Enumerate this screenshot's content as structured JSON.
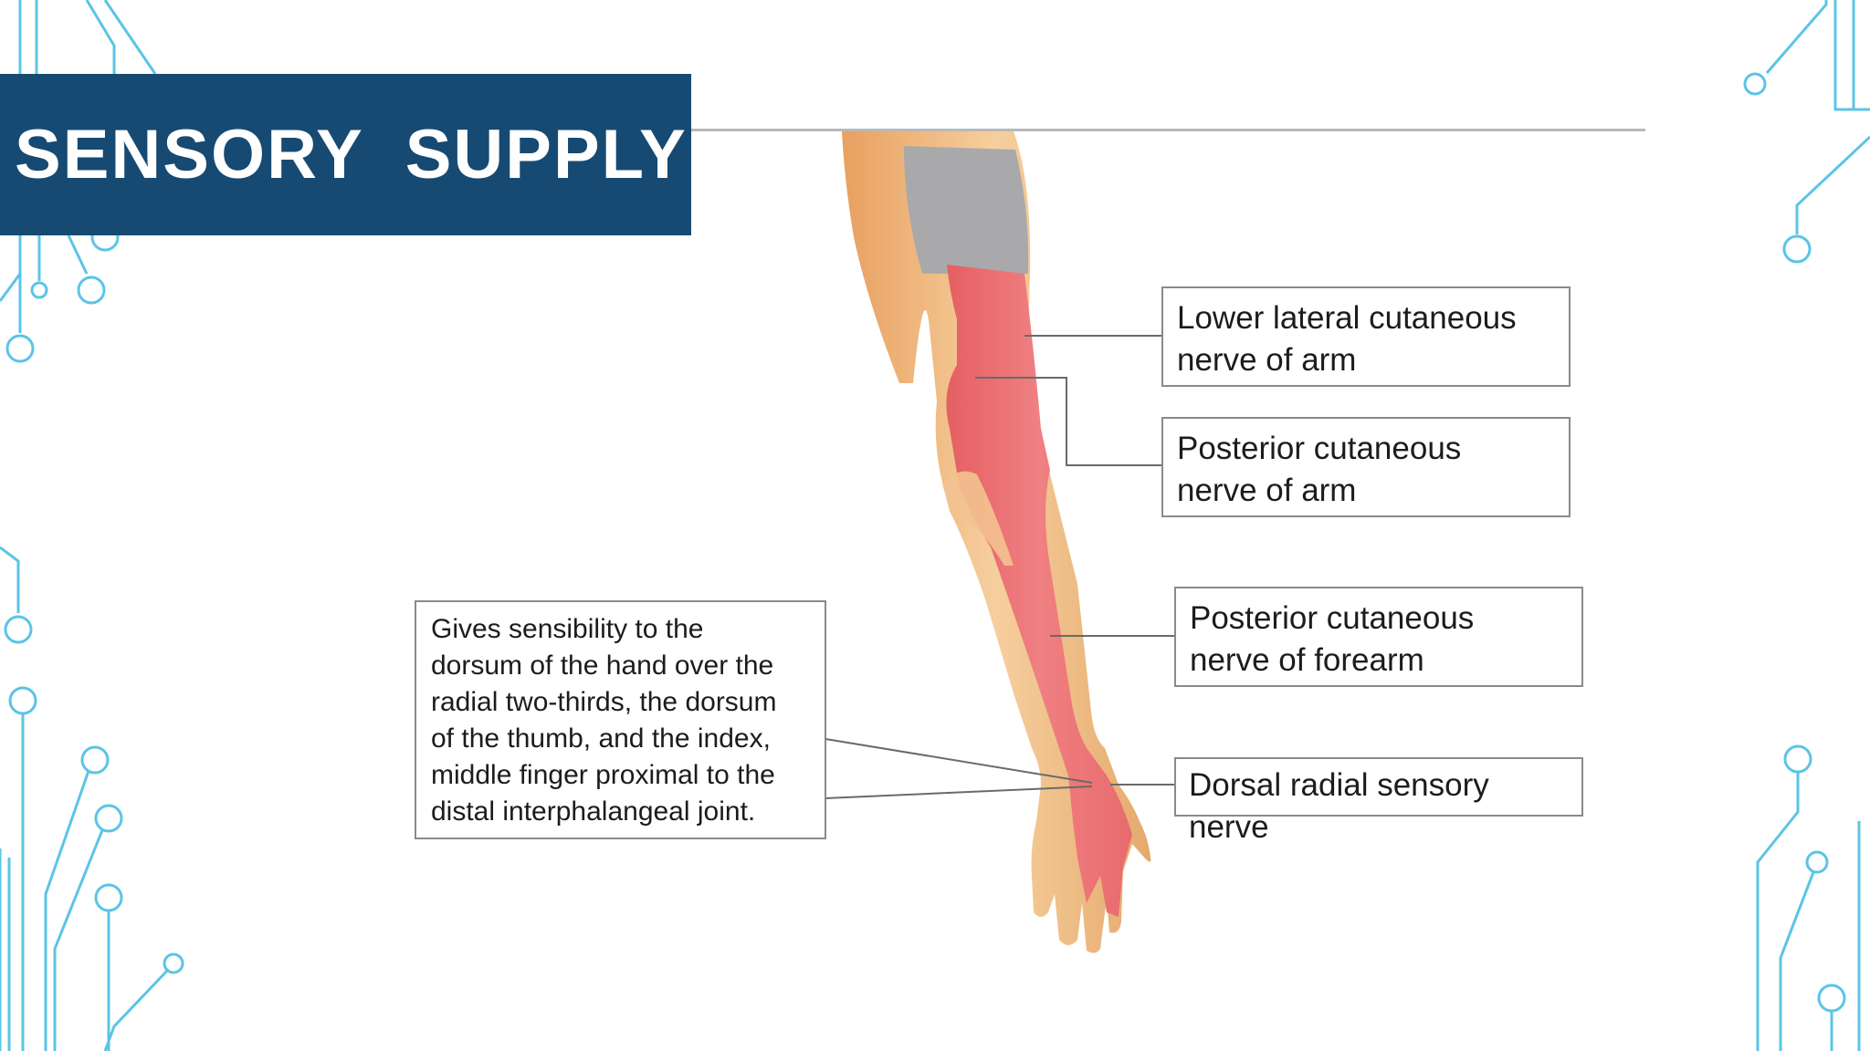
{
  "slide": {
    "title": "SENSORY  SUPPLY"
  },
  "labels": {
    "lower_lateral": "Lower lateral cutaneous\nnerve of arm",
    "posterior_arm": "Posterior cutaneous\nnerve of arm",
    "posterior_forearm": "Posterior cutaneous\nnerve of forearm",
    "dorsal_radial": "Dorsal radial sensory\nnerve"
  },
  "description": "Gives sensibility to the\ndorsum of the hand over the\nradial two-thirds, the dorsum\nof the thumb, and the index,\nmiddle finger proximal to the\ndistal interphalangeal joint.",
  "colors": {
    "title_bar": "#164a72",
    "circuit": "#5bc4e6",
    "skin": "#f2c48f",
    "sensory_area": "#ec7272",
    "shoulder_area": "#a8a8a8"
  }
}
